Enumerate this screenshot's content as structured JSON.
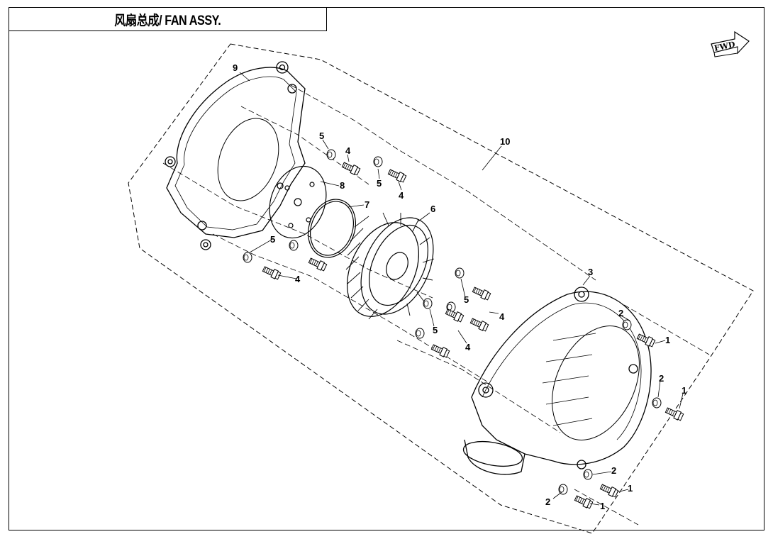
{
  "title": "风扇总成/ FAN ASSY.",
  "direction_label": "FWD",
  "icons": [
    "fwd-arrow-icon"
  ],
  "callouts": [
    {
      "id": "label-9",
      "text": "9"
    },
    {
      "id": "label-10",
      "text": "10"
    },
    {
      "id": "label-8",
      "text": "8"
    },
    {
      "id": "label-7",
      "text": "7"
    },
    {
      "id": "label-6",
      "text": "6"
    },
    {
      "id": "label-3",
      "text": "3"
    },
    {
      "id": "label-5a",
      "text": "5"
    },
    {
      "id": "label-4a",
      "text": "4"
    },
    {
      "id": "label-5b",
      "text": "5"
    },
    {
      "id": "label-4b",
      "text": "4"
    },
    {
      "id": "label-5c",
      "text": "5"
    },
    {
      "id": "label-4c",
      "text": "4"
    },
    {
      "id": "label-5d",
      "text": "5"
    },
    {
      "id": "label-4d",
      "text": "4"
    },
    {
      "id": "label-5e",
      "text": "5"
    },
    {
      "id": "label-4e",
      "text": "4"
    },
    {
      "id": "label-2a",
      "text": "2"
    },
    {
      "id": "label-1a",
      "text": "1"
    },
    {
      "id": "label-2b",
      "text": "2"
    },
    {
      "id": "label-1b",
      "text": "1"
    },
    {
      "id": "label-2c",
      "text": "2"
    },
    {
      "id": "label-1c",
      "text": "1"
    },
    {
      "id": "label-2d",
      "text": "2"
    },
    {
      "id": "label-1d",
      "text": "1"
    }
  ]
}
